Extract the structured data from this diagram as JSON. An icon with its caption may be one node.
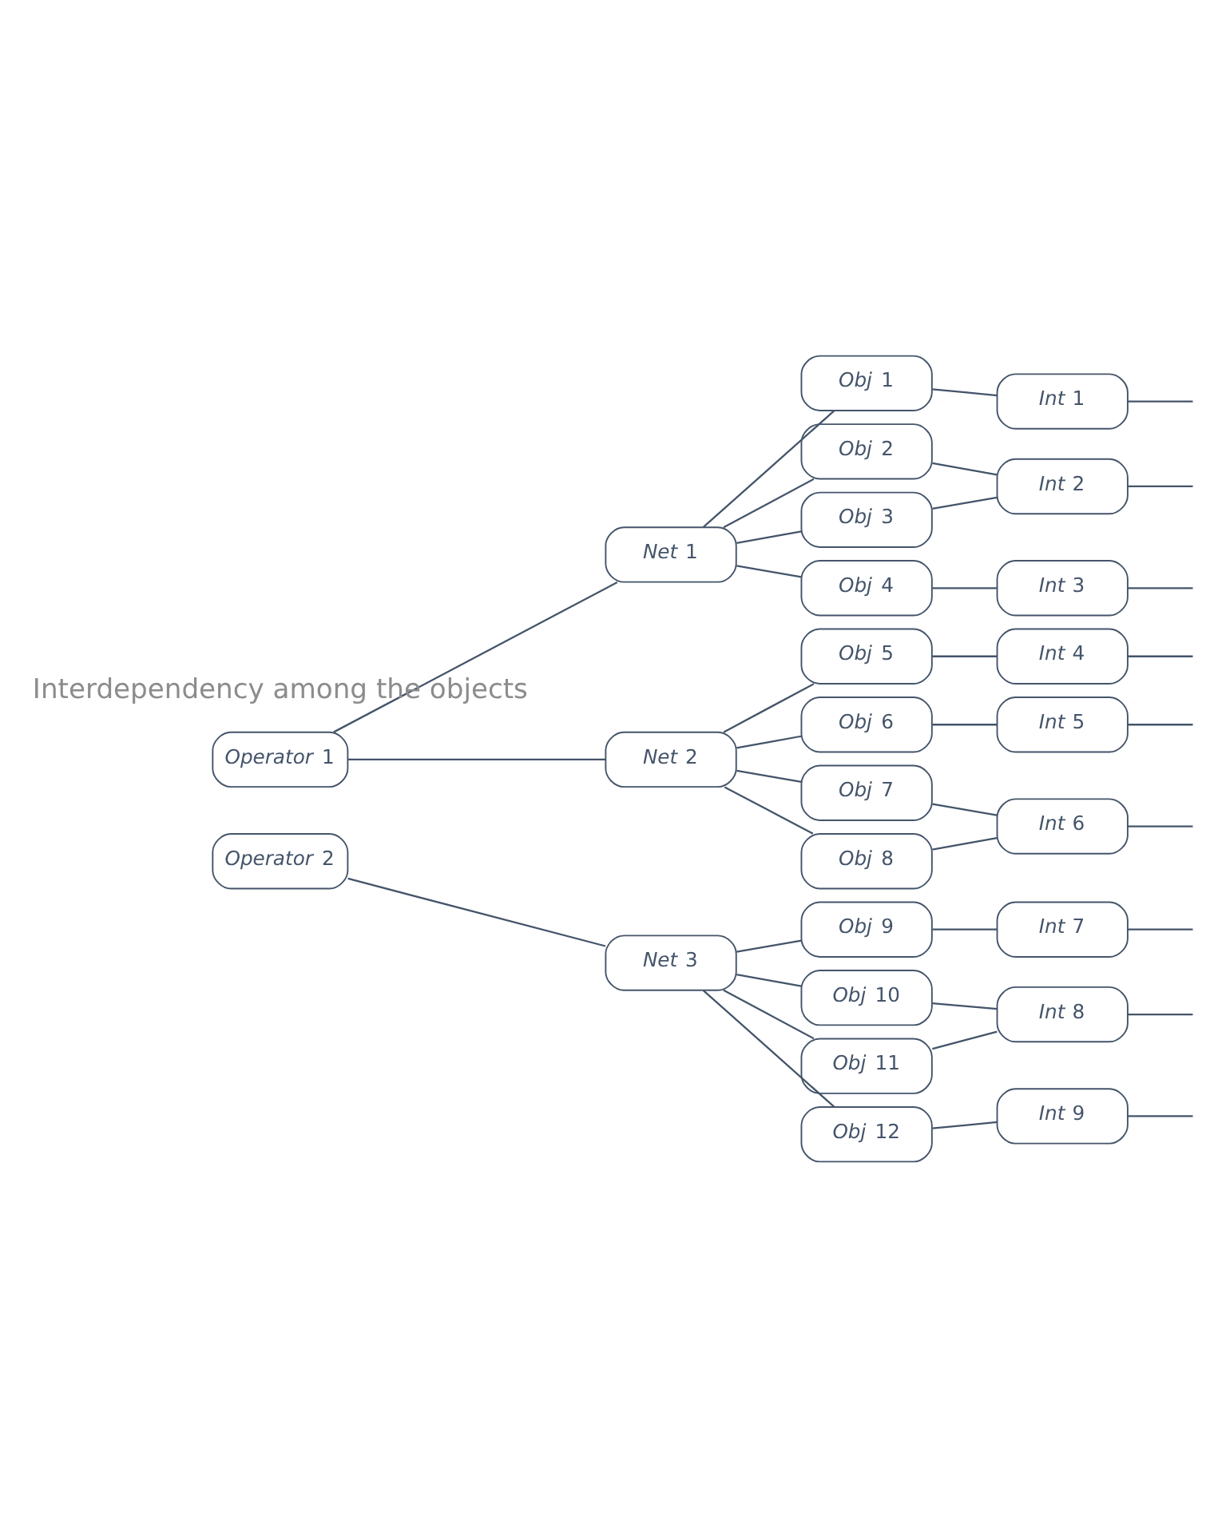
{
  "diagram": {
    "nodes": [
      {
        "text": [
          "*Operator* 1"
        ]
      },
      {
        "text": [
          "*Net* 1"
        ]
      },
      {
        "text": [
          "*Net* 2"
        ]
      },
      {
        "text": [
          "*Operator* 2"
        ]
      },
      {
        "text": [
          "*Net* 3"
        ]
      },
      {
        "text": [
          "*Obj* 1"
        ]
      },
      {
        "text": [
          "*Obj* 2"
        ]
      },
      {
        "text": [
          "*Obj* 3"
        ]
      },
      {
        "text": [
          "*Obj* 4"
        ]
      },
      {
        "text": [
          "*Obj* 5"
        ]
      },
      {
        "text": [
          "*Obj* 6"
        ]
      },
      {
        "text": [
          "*Obj* 7"
        ]
      },
      {
        "text": [
          "*Obj* 8"
        ]
      },
      {
        "text": [
          "*Obj* 9"
        ]
      },
      {
        "text": [
          "*Obj* 10"
        ]
      },
      {
        "text": [
          "*Obj* 11"
        ]
      },
      {
        "text": [
          "*Obj* 12"
        ]
      },
      {
        "text": [
          "*Int* 1"
        ]
      },
      {
        "text": [
          "*Int* 2"
        ]
      },
      {
        "text": [
          "*Int* 3"
        ]
      },
      {
        "text": [
          "*Int* 4"
        ]
      },
      {
        "text": [
          "*Int* 5"
        ]
      },
      {
        "text": [
          "*Int* 6"
        ]
      },
      {
        "text": [
          "*Int* 7"
        ]
      },
      {
        "text": [
          "*Int* 8"
        ]
      },
      {
        "text": [
          "*Int* 9"
        ]
      }
    ],
    "edges": [
      {
        "from": 0,
        "to": 1,
        "arrow": "none"
      },
      {
        "from": 0,
        "to": 2,
        "arrow": "none"
      },
      {
        "from": 3,
        "to": 4,
        "arrow": "none"
      },
      {
        "from": 1,
        "to": 5,
        "arrow": "none"
      },
      {
        "from": 1,
        "to": 6,
        "arrow": "none"
      },
      {
        "from": 1,
        "to": 7,
        "arrow": "none"
      },
      {
        "from": 1,
        "to": 8,
        "arrow": "none"
      },
      {
        "from": 2,
        "to": 9,
        "arrow": "none"
      },
      {
        "from": 2,
        "to": 10,
        "arrow": "none"
      },
      {
        "from": 2,
        "to": 11,
        "arrow": "none"
      },
      {
        "from": 2,
        "to": 12,
        "arrow": "none"
      },
      {
        "from": 4,
        "to": 13,
        "arrow": "none"
      },
      {
        "from": 4,
        "to": 14,
        "arrow": "none"
      },
      {
        "from": 4,
        "to": 15,
        "arrow": "none"
      },
      {
        "from": 4,
        "to": 16,
        "arrow": "none"
      },
      {
        "from": 5,
        "to": 17,
        "arrow": "none"
      },
      {
        "from": 6,
        "to": 18,
        "arrow": "none"
      },
      {
        "from": 7,
        "to": 18,
        "arrow": "none"
      },
      {
        "from": 8,
        "to": 19,
        "arrow": "none"
      },
      {
        "from": 9,
        "to": 20,
        "arrow": "none"
      },
      {
        "from": 10,
        "to": 21,
        "arrow": "none"
      },
      {
        "from": 11,
        "to": 22,
        "arrow": "none"
      },
      {
        "from": 12,
        "to": 22,
        "arrow": "none"
      },
      {
        "from": 13,
        "to": 23,
        "arrow": "none"
      },
      {
        "from": 14,
        "to": 24,
        "arrow": "none"
      },
      {
        "from": 15,
        "to": 24,
        "arrow": "none"
      },
      {
        "from": 16,
        "to": 25,
        "arrow": "none"
      },
      {
        "from": 17,
        "to": null,
        "arrow": "none"
      },
      {
        "from": 18,
        "to": null,
        "arrow": "none"
      },
      {
        "from": 19,
        "to": null,
        "arrow": "none"
      },
      {
        "from": 20,
        "to": null,
        "arrow": "none"
      },
      {
        "from": 21,
        "to": null,
        "arrow": "none"
      },
      {
        "from": 22,
        "to": null,
        "arrow": "none"
      },
      {
        "from": 23,
        "to": null,
        "arrow": "none"
      },
      {
        "from": 24,
        "to": null,
        "arrow": "none"
      },
      {
        "from": 25,
        "to": null,
        "arrow": "none"
      }
    ],
    "labels": [
      "Interdependency among the objects"
    ]
  }
}
